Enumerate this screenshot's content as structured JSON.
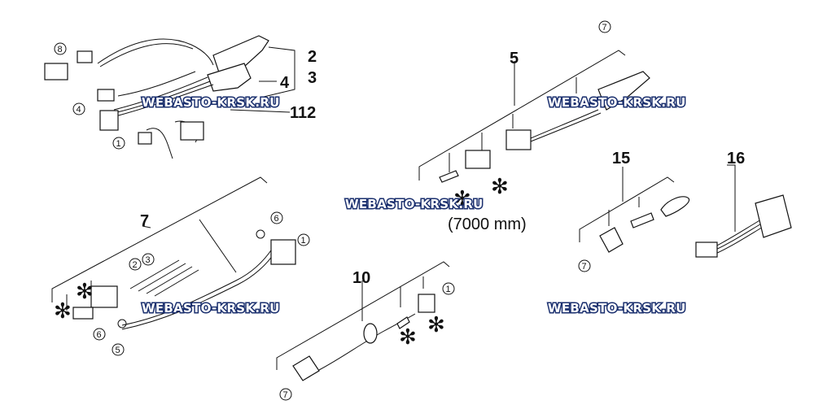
{
  "labels": {
    "l2": "2",
    "l3": "3",
    "l4": "4",
    "l112": "112",
    "l5": "5",
    "l7": "7",
    "l10": "10",
    "l15": "15",
    "l16": "16"
  },
  "circled": {
    "c8": "8",
    "c4": "4",
    "c1a": "1",
    "c7a": "7",
    "c6a": "6",
    "c1b": "1",
    "c2": "2",
    "c3": "3",
    "c6b": "6",
    "c5": "5",
    "c1c": "1",
    "c7b": "7",
    "c7c": "7"
  },
  "length_note": "(7000 mm)",
  "star_symbol": "✻",
  "watermark": "WEBASTO-KRSK.RU",
  "colors": {
    "line": "#111111",
    "watermark_fill": "#ffffff",
    "watermark_outline": "#1a2f6e"
  }
}
